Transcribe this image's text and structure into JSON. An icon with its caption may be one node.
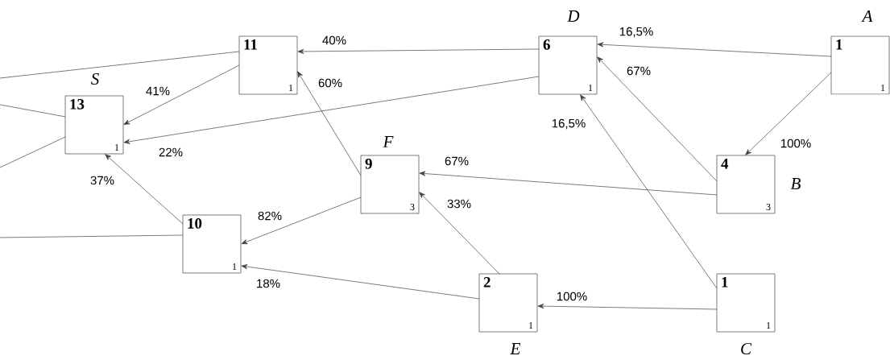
{
  "diagram": {
    "nodes": [
      {
        "text": [
          "1",
          "1"
        ],
        "beside": [
          "A"
        ]
      },
      {
        "text": [
          "11",
          "1"
        ]
      },
      {
        "text": [
          "6",
          "1"
        ],
        "beside": [
          "D"
        ]
      },
      {
        "text": [
          "13",
          "1"
        ],
        "beside": [
          "S"
        ]
      },
      {
        "text": [
          "4",
          "3"
        ],
        "beside": [
          "B"
        ]
      },
      {
        "text": [
          "9",
          "3"
        ],
        "beside": [
          "F"
        ]
      },
      {
        "text": [
          "10",
          "1"
        ]
      },
      {
        "text": [
          "2",
          "1"
        ],
        "beside": [
          "E"
        ]
      },
      {
        "text": [
          "1",
          "1"
        ],
        "beside": [
          "C"
        ]
      }
    ],
    "edges": [
      {
        "from": 0,
        "to": 2,
        "arrow": "to",
        "label": "16,5%"
      },
      {
        "from": 0,
        "to": 4,
        "arrow": "to",
        "label": "100%"
      },
      {
        "from": 4,
        "to": 2,
        "arrow": "to",
        "label": "67%"
      },
      {
        "from": 8,
        "to": 2,
        "arrow": "to",
        "label": "16,5%"
      },
      {
        "from": 8,
        "to": 7,
        "arrow": "to",
        "label": "100%"
      },
      {
        "from": 4,
        "to": 5,
        "arrow": "to",
        "label": "67%"
      },
      {
        "from": 7,
        "to": 5,
        "arrow": "to",
        "label": "33%"
      },
      {
        "from": 2,
        "to": 1,
        "arrow": "to",
        "label": "40%"
      },
      {
        "from": 5,
        "to": 1,
        "arrow": "to",
        "label": "60%"
      },
      {
        "from": 1,
        "to": 3,
        "arrow": "to",
        "label": "41%"
      },
      {
        "from": 2,
        "to": 3,
        "arrow": "to",
        "label": "22%"
      },
      {
        "from": 6,
        "to": 3,
        "arrow": "to",
        "label": "37%"
      },
      {
        "from": 5,
        "to": 6,
        "arrow": "to",
        "label": "82%"
      },
      {
        "from": 7,
        "to": 6,
        "arrow": "to",
        "label": "18%"
      },
      {
        "from": 1,
        "to": null,
        "arrow": "none"
      },
      {
        "from": 3,
        "to": null,
        "arrow": "none"
      },
      {
        "from": 3,
        "to": null,
        "arrow": "none"
      },
      {
        "from": 6,
        "to": null,
        "arrow": "none"
      }
    ]
  }
}
